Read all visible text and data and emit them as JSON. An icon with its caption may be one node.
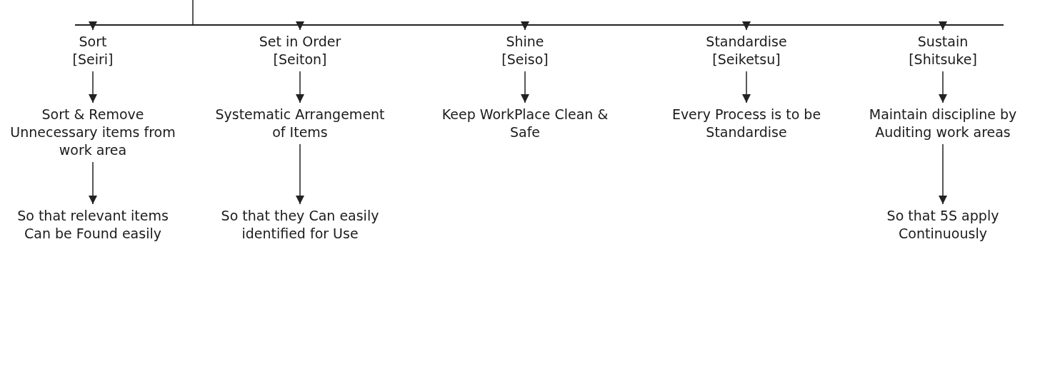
{
  "diagram": {
    "nodes": [
      {
        "text": [],
        "shape": "bar"
      },
      {
        "text": [
          "Sort",
          "[Seiri]"
        ]
      },
      {
        "text": [
          "Sort & Remove Unnecessary items from work area"
        ]
      },
      {
        "text": [
          "So that relevant items Can be Found easily"
        ]
      },
      {
        "text": [
          "Set in Order",
          "[Seiton]"
        ]
      },
      {
        "text": [
          "Systematic Arrangement of Items"
        ]
      },
      {
        "text": [
          "So that they Can easily identified for Use"
        ]
      },
      {
        "text": [
          "Shine",
          "[Seiso]"
        ]
      },
      {
        "text": [
          "Keep WorkPlace Clean & Safe"
        ]
      },
      {
        "text": [
          "Standardise",
          "[Seiketsu]"
        ]
      },
      {
        "text": [
          "Every Process is to be Standardise"
        ]
      },
      {
        "text": [
          "Sustain",
          "[Shitsuke]"
        ]
      },
      {
        "text": [
          "Maintain discipline by Auditing work areas"
        ]
      },
      {
        "text": [
          "So that 5S apply Continuously"
        ]
      }
    ],
    "edges": [
      {
        "from": null,
        "to": 0,
        "arrow": "none"
      },
      {
        "from": 0,
        "to": 1,
        "arrow": "to"
      },
      {
        "from": 0,
        "to": 4,
        "arrow": "to"
      },
      {
        "from": 0,
        "to": 7,
        "arrow": "to"
      },
      {
        "from": 0,
        "to": 9,
        "arrow": "to"
      },
      {
        "from": 0,
        "to": 11,
        "arrow": "to"
      },
      {
        "from": 1,
        "to": 2,
        "arrow": "to"
      },
      {
        "from": 2,
        "to": 3,
        "arrow": "to"
      },
      {
        "from": 4,
        "to": 5,
        "arrow": "to"
      },
      {
        "from": 5,
        "to": 6,
        "arrow": "to"
      },
      {
        "from": 7,
        "to": 8,
        "arrow": "to"
      },
      {
        "from": 9,
        "to": 10,
        "arrow": "to"
      },
      {
        "from": 11,
        "to": 12,
        "arrow": "to"
      },
      {
        "from": 12,
        "to": 13,
        "arrow": "to"
      }
    ]
  }
}
